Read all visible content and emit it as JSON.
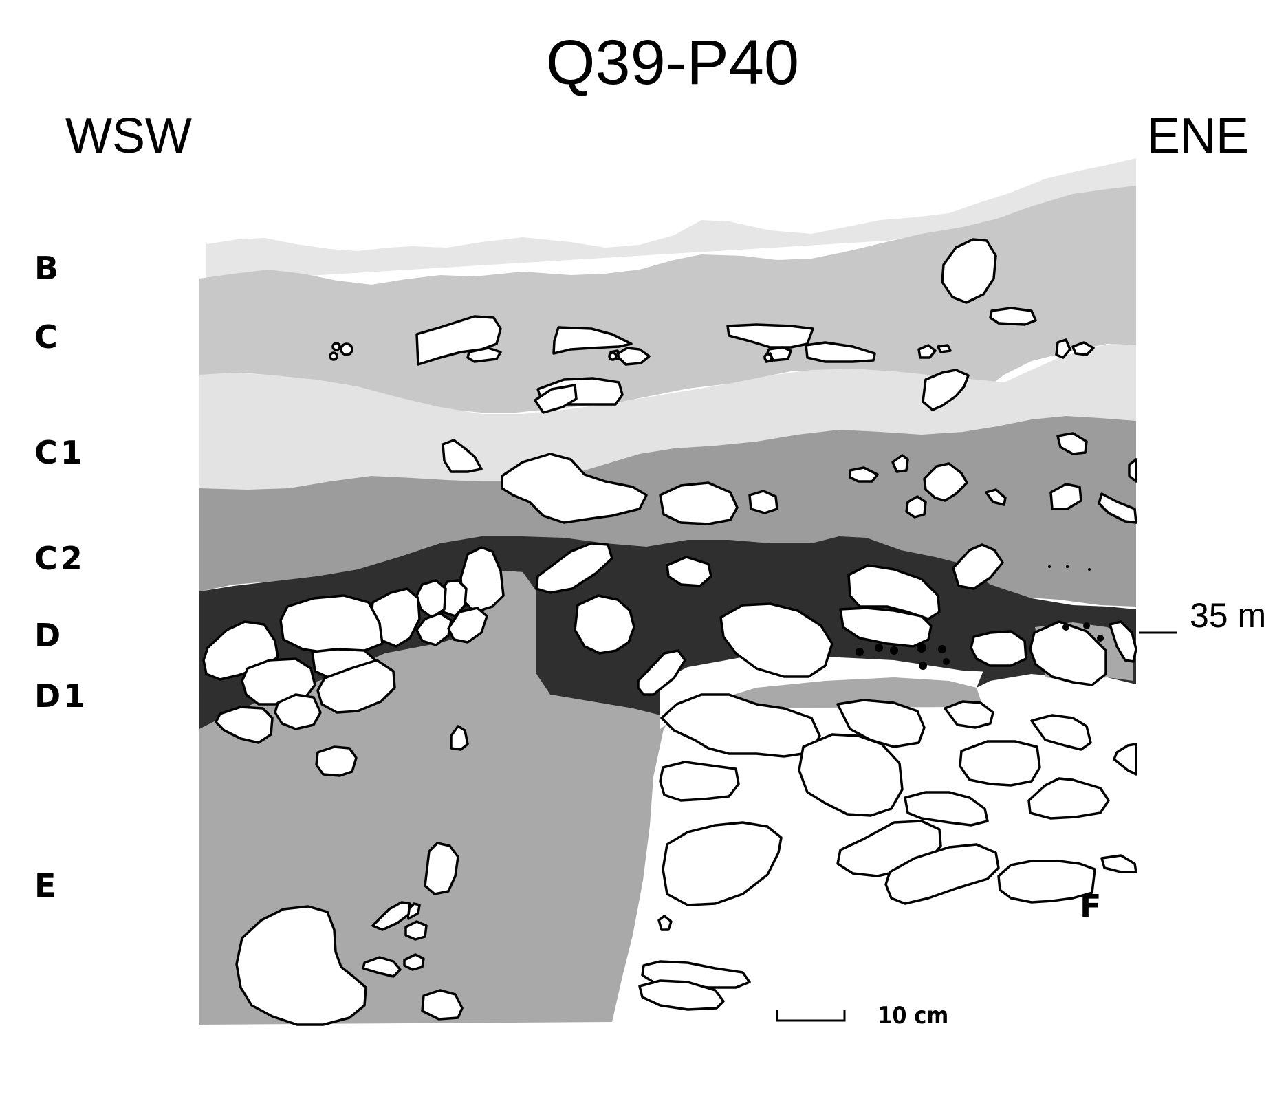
{
  "title": "Q39-P40",
  "orientation": {
    "left": "WSW",
    "right": "ENE"
  },
  "layers": [
    "B",
    "C",
    "C1",
    "C2",
    "D",
    "D1",
    "E",
    "F"
  ],
  "depth_marker": "35 m",
  "scale_bar": "10 cm",
  "colors": {
    "layer_B": "#e6e6e6",
    "layer_C": "#c8c8c8",
    "layer_C1": "#e3e3e3",
    "layer_C2": "#9c9c9c",
    "layer_D": "#2f2f2f",
    "layer_E": "#a9a9a9",
    "stone": "#ffffff"
  }
}
